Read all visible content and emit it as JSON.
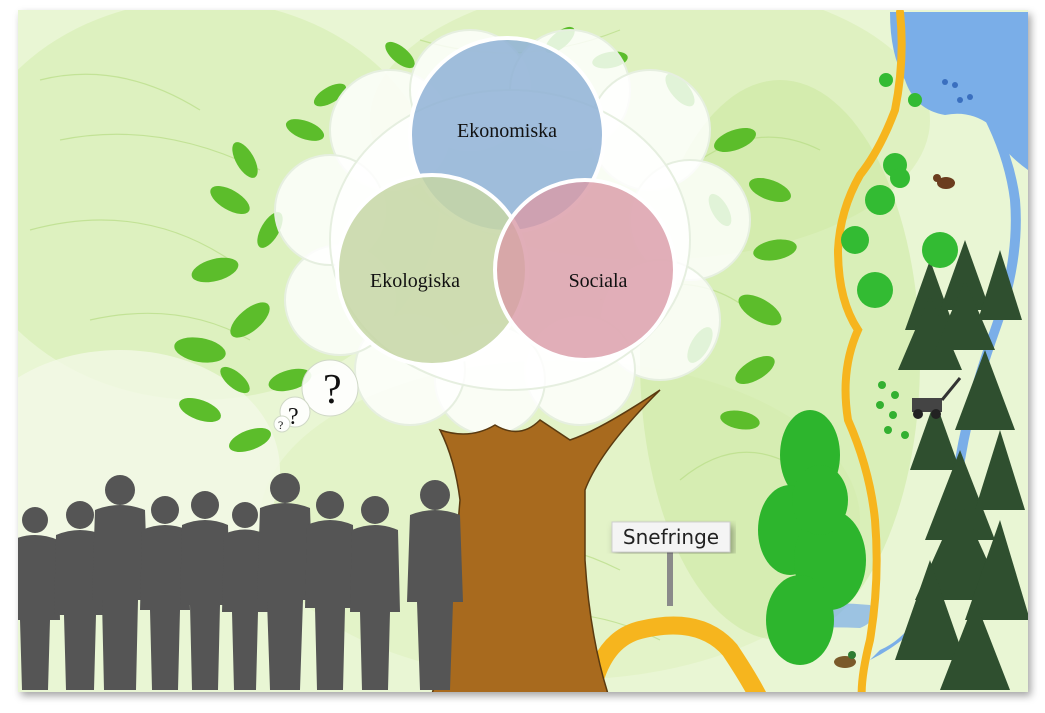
{
  "diagram": {
    "circles": [
      {
        "label": "Ekonomiska",
        "color": "#8fb2d6"
      },
      {
        "label": "Ekologiska",
        "color": "#c5d6a5"
      },
      {
        "label": "Sociala",
        "color": "#d99aa6"
      }
    ]
  },
  "thought_bubble": {
    "large_mark": "?",
    "medium_mark": "?",
    "small_mark": "?"
  },
  "sign": {
    "label": "Snefringe"
  },
  "palette": {
    "background": "#e8f5d2",
    "leaf": "#5cbd2b",
    "trunk": "#a86a1e",
    "river": "#7aaee8",
    "road": "#f6b51e",
    "silhouette": "#555555",
    "forest_dark": "#2f4f2f",
    "forest_light": "#33bb33"
  }
}
